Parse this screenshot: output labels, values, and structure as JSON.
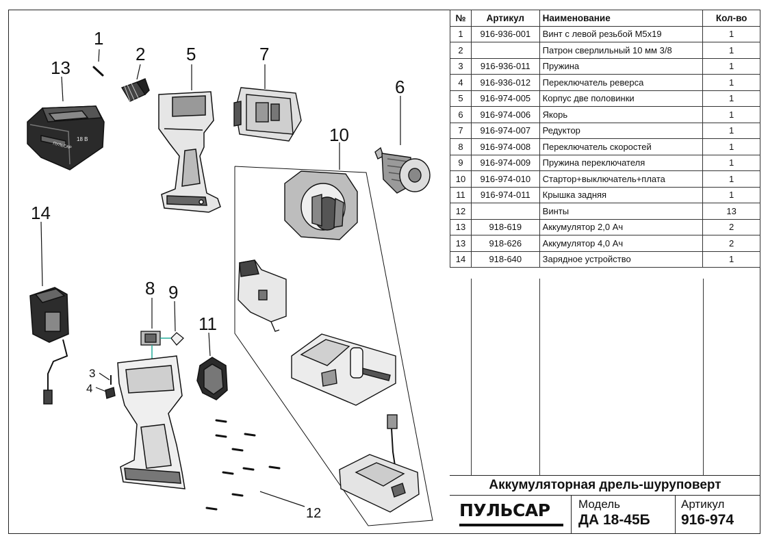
{
  "table": {
    "headers": {
      "no": "№",
      "article": "Артикул",
      "name": "Наименование",
      "qty": "Кол-во"
    },
    "rows": [
      {
        "no": "1",
        "article": "916-936-001",
        "name": "Винт с левой резьбой М5х19",
        "qty": "1"
      },
      {
        "no": "2",
        "article": "",
        "name": "Патрон сверлильный 10 мм 3/8",
        "qty": "1"
      },
      {
        "no": "3",
        "article": "916-936-011",
        "name": "Пружина",
        "qty": "1"
      },
      {
        "no": "4",
        "article": "916-936-012",
        "name": "Переключатель реверса",
        "qty": "1"
      },
      {
        "no": "5",
        "article": "916-974-005",
        "name": "Корпус две половинки",
        "qty": "1"
      },
      {
        "no": "6",
        "article": "916-974-006",
        "name": "Якорь",
        "qty": "1"
      },
      {
        "no": "7",
        "article": "916-974-007",
        "name": "Редуктор",
        "qty": "1"
      },
      {
        "no": "8",
        "article": "916-974-008",
        "name": "Переключатель скоростей",
        "qty": "1"
      },
      {
        "no": "9",
        "article": "916-974-009",
        "name": "Пружина переключателя",
        "qty": "1"
      },
      {
        "no": "10",
        "article": "916-974-010",
        "name": "Стартор+выключатель+плата",
        "qty": "1"
      },
      {
        "no": "11",
        "article": "916-974-011",
        "name": "Крышка задняя",
        "qty": "1"
      },
      {
        "no": "12",
        "article": "",
        "name": "Винты",
        "qty": "13"
      },
      {
        "no": "13",
        "article": "918-619",
        "name": "Аккумулятор 2,0 Ач",
        "qty": "2"
      },
      {
        "no": "13",
        "article": "918-626",
        "name": "Аккумулятор 4,0 Ач",
        "qty": "2"
      },
      {
        "no": "14",
        "article": "918-640",
        "name": "Зарядное устройство",
        "qty": "1"
      }
    ]
  },
  "product_title": "Аккумуляторная дрель-шуруповерт",
  "brand": "ПУЛЬСАР",
  "model": {
    "label": "Модель",
    "value": "ДА 18-45Б"
  },
  "article": {
    "label": "Артикул",
    "value": "916-974"
  },
  "battery_text": {
    "brand": "ПУЛЬСАР",
    "voltage": "18 В"
  },
  "callouts": [
    "1",
    "2",
    "3",
    "4",
    "5",
    "6",
    "7",
    "8",
    "9",
    "10",
    "11",
    "12",
    "13",
    "14"
  ]
}
